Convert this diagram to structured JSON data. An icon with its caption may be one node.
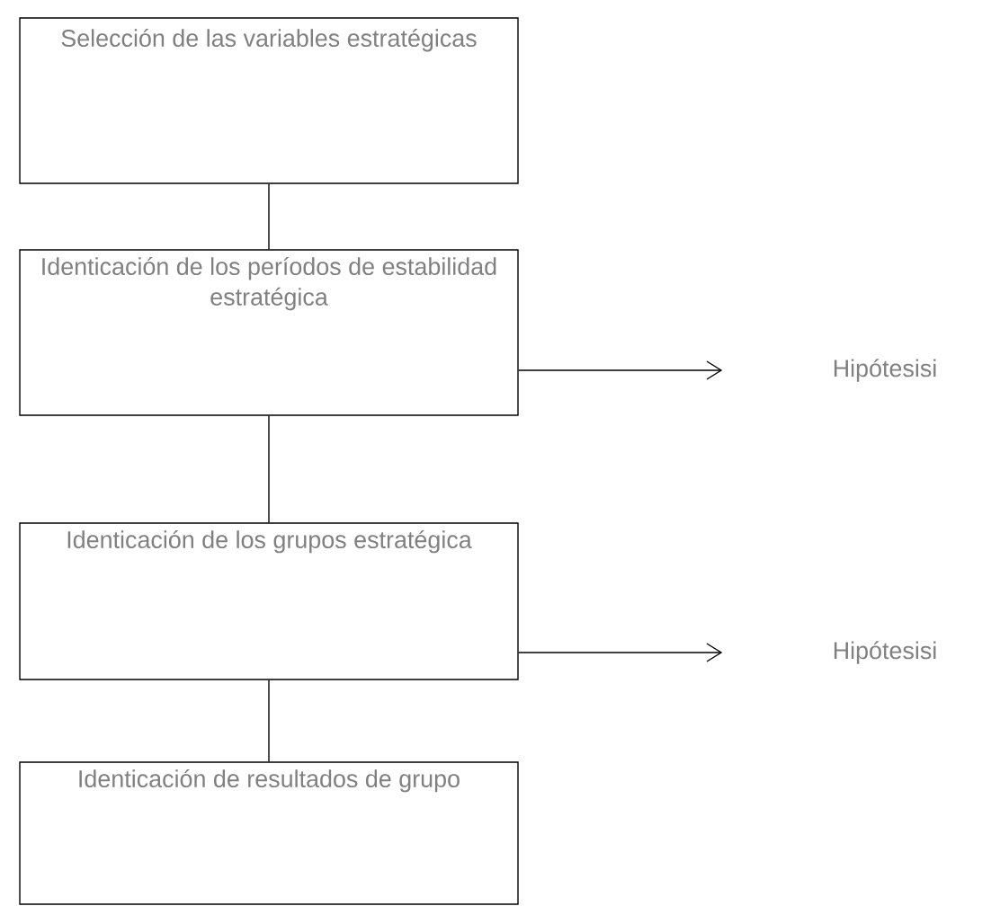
{
  "diagram": {
    "nodes": [
      {
        "text": [
          "Selección de las variables estratégicas"
        ]
      },
      {
        "text": [
          "Identicación de los períodos de estabilidad estratégica"
        ]
      },
      {
        "text": [
          "Identicación de los grupos estratégica"
        ]
      },
      {
        "text": [
          "Identicación de resultados de grupo"
        ]
      },
      {
        "text": [
          "Hipótesisi"
        ]
      },
      {
        "text": [
          "Hipótesisi"
        ]
      }
    ],
    "edges": [
      {
        "from": 0,
        "to": 1,
        "arrow": "none"
      },
      {
        "from": 1,
        "to": 2,
        "arrow": "none"
      },
      {
        "from": 2,
        "to": 3,
        "arrow": "none"
      },
      {
        "from": 1,
        "to": 4,
        "arrow": "to"
      },
      {
        "from": 2,
        "to": 5,
        "arrow": "to"
      }
    ]
  }
}
